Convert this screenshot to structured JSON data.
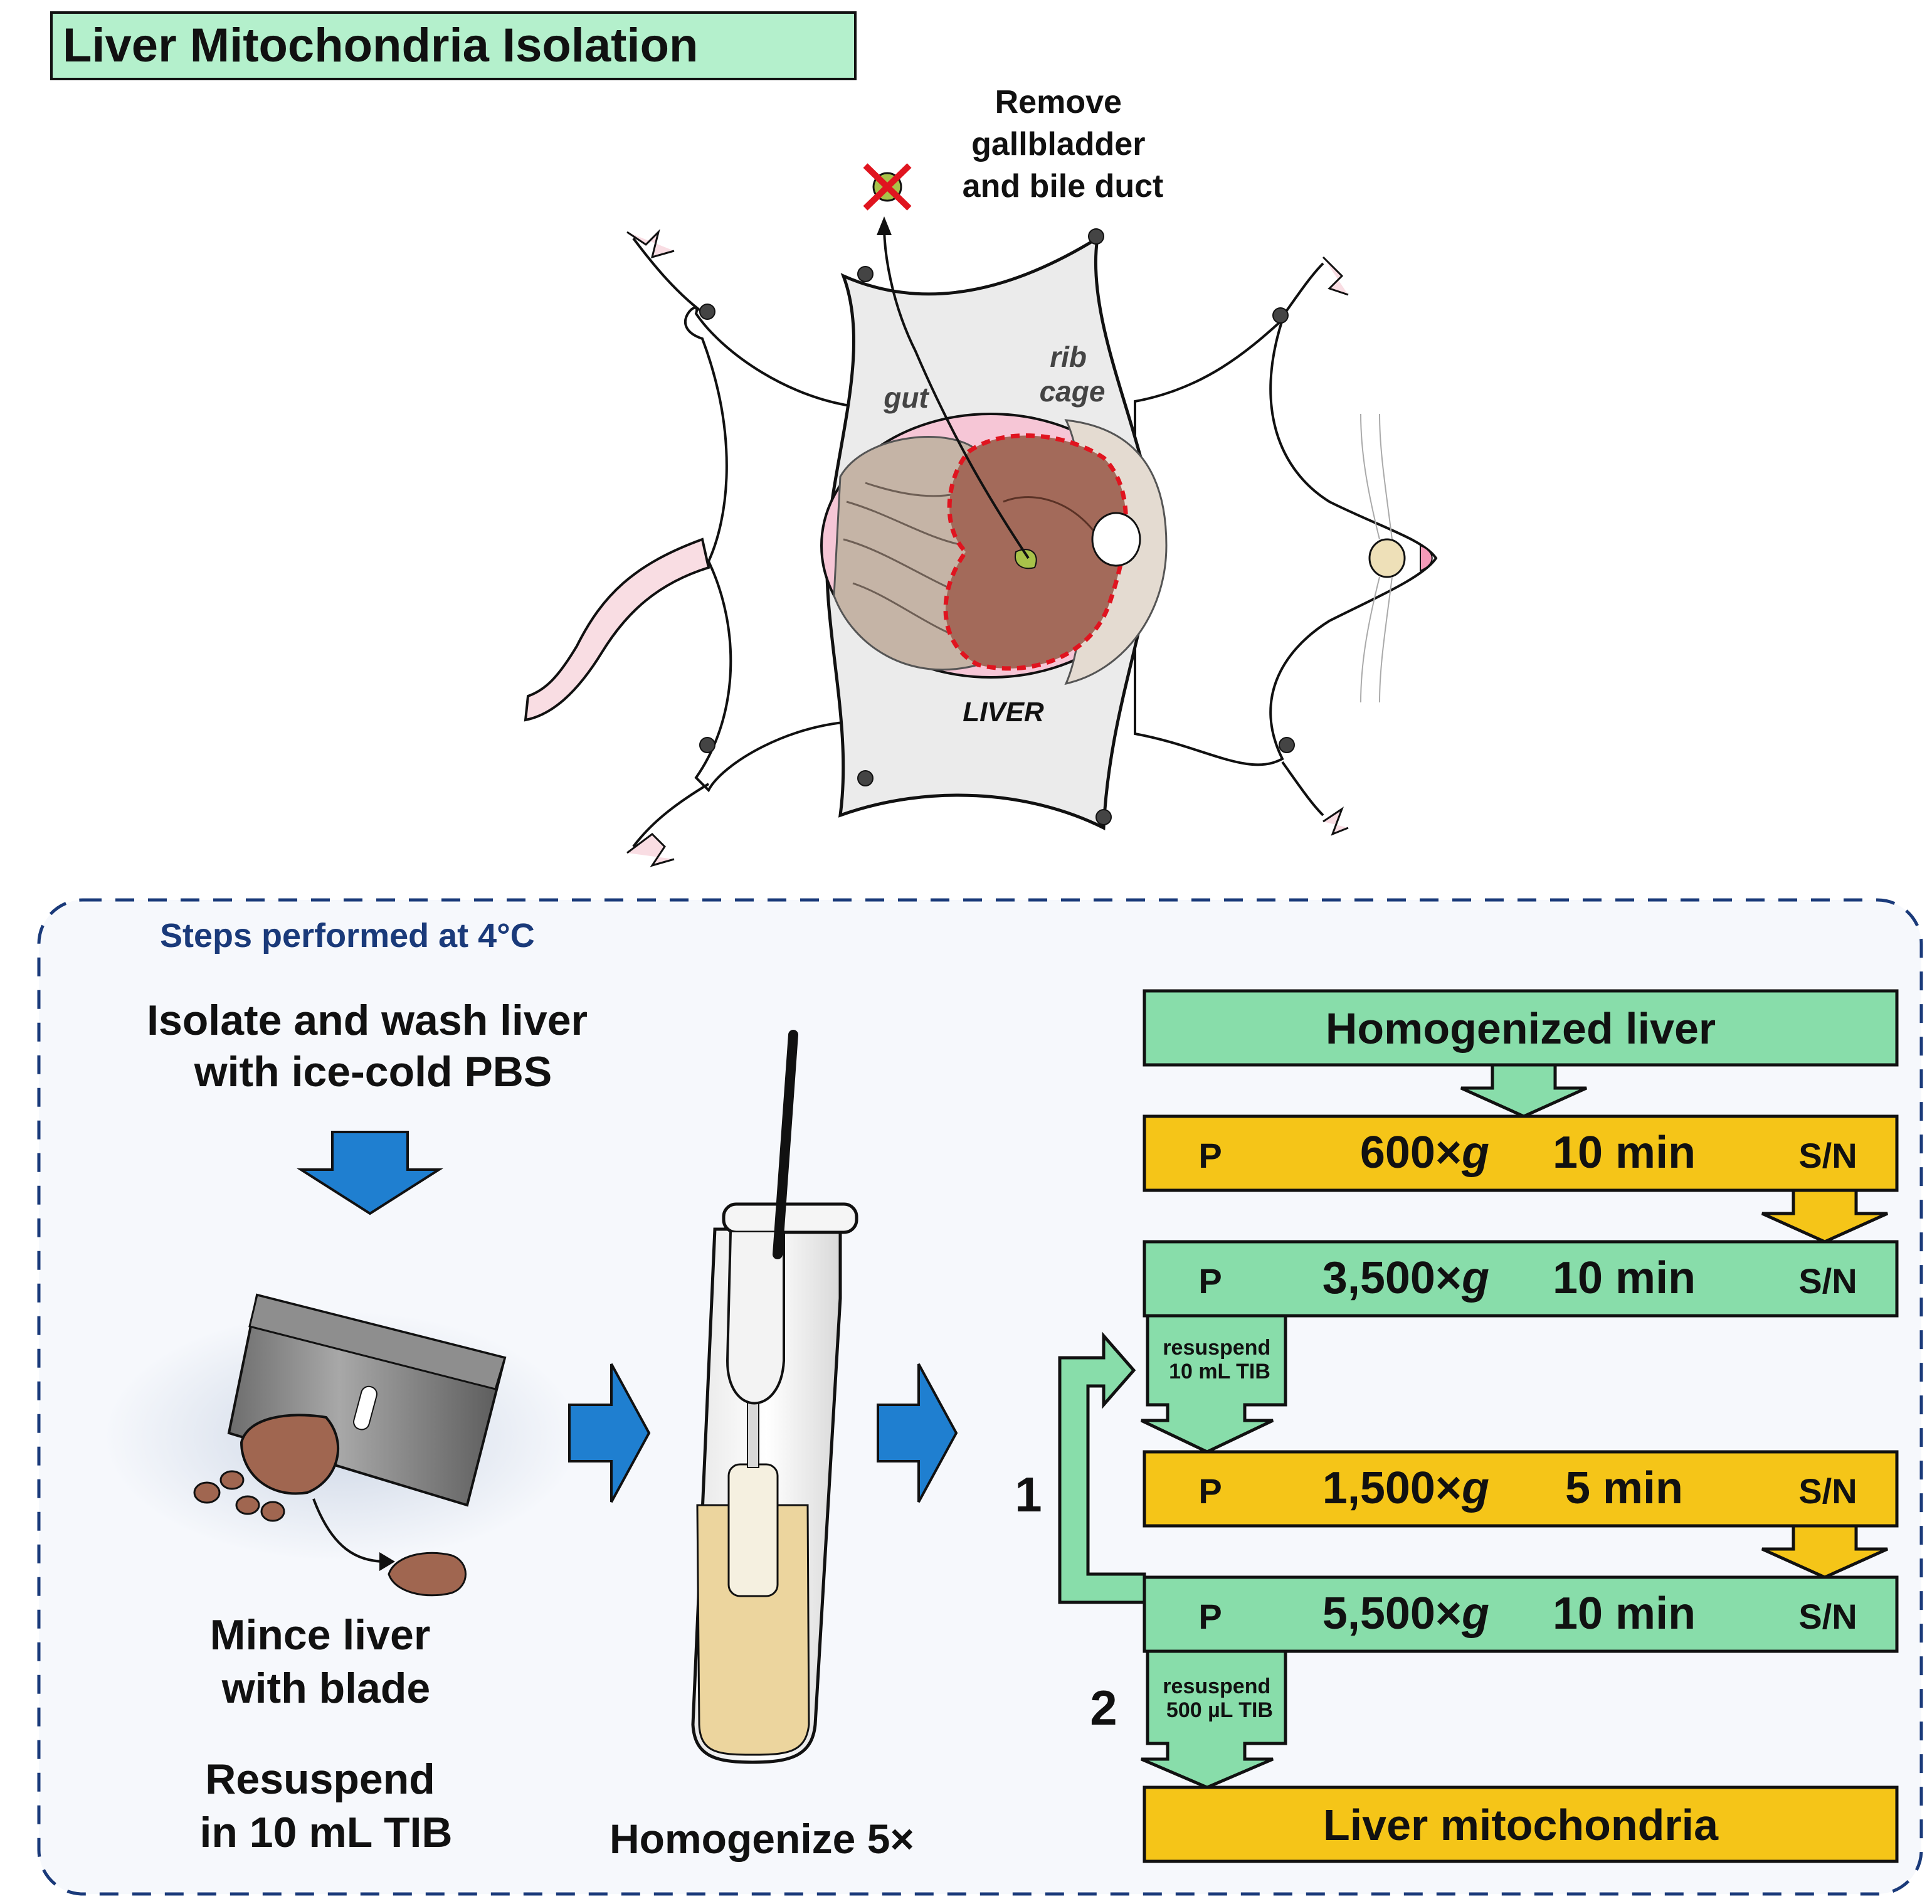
{
  "title": "Liver Mitochondria Isolation",
  "dissection": {
    "remove_label": [
      "Remove",
      "gallbladder",
      "and bile duct"
    ],
    "gut_label": "gut",
    "rib_label": [
      "rib",
      "cage"
    ],
    "liver_label": "LIVER"
  },
  "steps_header": "Steps performed at 4°C",
  "step1": [
    "Isolate and wash liver",
    "with ice-cold PBS"
  ],
  "step2": [
    "Mince liver",
    "with blade"
  ],
  "step3": [
    "Resuspend",
    "in 10 mL TIB"
  ],
  "step4": "Homogenize 5×",
  "flow": {
    "top": "Homogenized liver",
    "rows": [
      {
        "p": "P",
        "speed": "600×",
        "g": "g",
        "time": "10 min",
        "sn": "S/N",
        "color": "#f5c518"
      },
      {
        "p": "P",
        "speed": "3,500×",
        "g": "g",
        "time": "10 min",
        "sn": "S/N",
        "color": "#88ddaa"
      },
      {
        "p": "P",
        "speed": "1,500×",
        "g": "g",
        "time": "5 min",
        "sn": "S/N",
        "color": "#f5c518"
      },
      {
        "p": "P",
        "speed": "5,500×",
        "g": "g",
        "time": "10 min",
        "sn": "S/N",
        "color": "#88ddaa"
      }
    ],
    "resuspend1": [
      "resuspend",
      "10 mL TIB"
    ],
    "resuspend2": [
      "resuspend",
      "500 µL TIB"
    ],
    "loop_1": "1",
    "loop_2": "2",
    "final": "Liver mitochondria"
  },
  "colors": {
    "green": "#88ddaa",
    "yellow": "#f5c518",
    "blue_arrow": "#1f7fd0",
    "header_blue": "#1a3a7a",
    "panel_bg": "#f6f8fc"
  }
}
